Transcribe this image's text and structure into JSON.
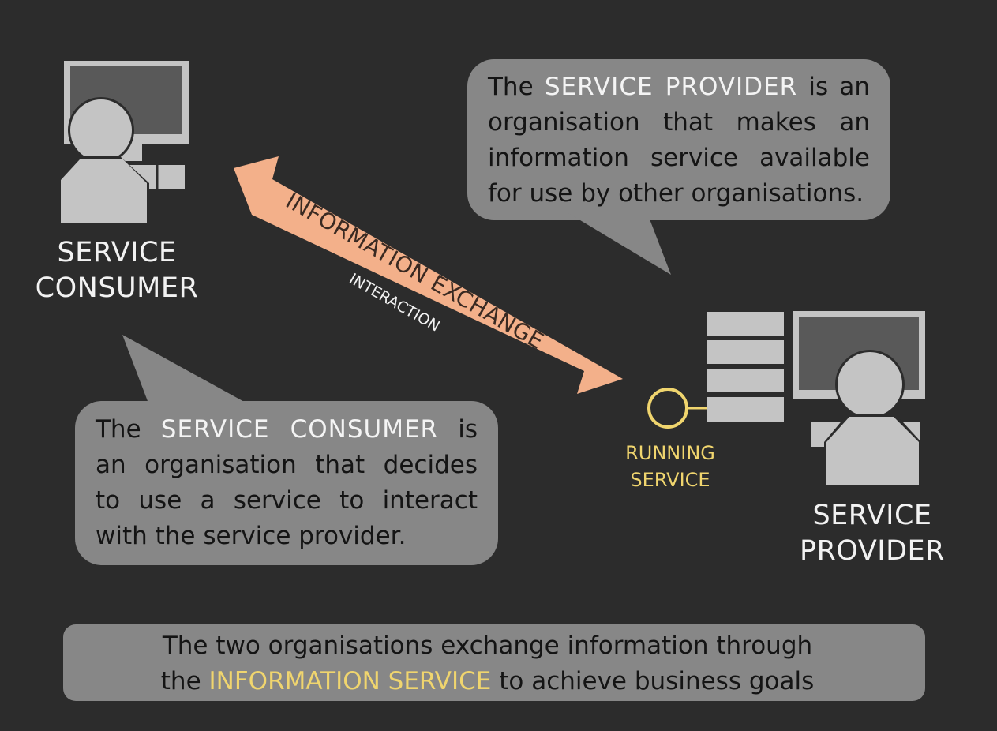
{
  "consumer": {
    "label_line1": "SERVICE",
    "label_line2": "CONSUMER",
    "bubble": {
      "prefix": "The",
      "highlight": "SERVICE CONSUMER",
      "suffix": "is an organisation that decides to use a service to interact with the service provider."
    }
  },
  "provider": {
    "label_line1": "SERVICE",
    "label_line2": "PROVIDER",
    "bubble": {
      "prefix": "The",
      "highlight": "SERVICE PROVIDER",
      "suffix": "is an organisation that makes an information service available for use by other organisations."
    }
  },
  "arrow": {
    "main_label": "INFORMATION EXCHANGE",
    "sub_label": "INTERACTION",
    "color": "#f3b08a"
  },
  "running_service": {
    "line1": "RUNNING",
    "line2": "SERVICE",
    "color": "#f0d56e"
  },
  "footer": {
    "line1": "The two organisations exchange information through",
    "line2_prefix": "the",
    "line2_highlight": "INFORMATION SERVICE",
    "line2_suffix": "to achieve business goals"
  },
  "colors": {
    "background": "#2c2c2c",
    "bubble": "#878787",
    "figure": "#c4c4c4",
    "screen_dark": "#595959"
  }
}
